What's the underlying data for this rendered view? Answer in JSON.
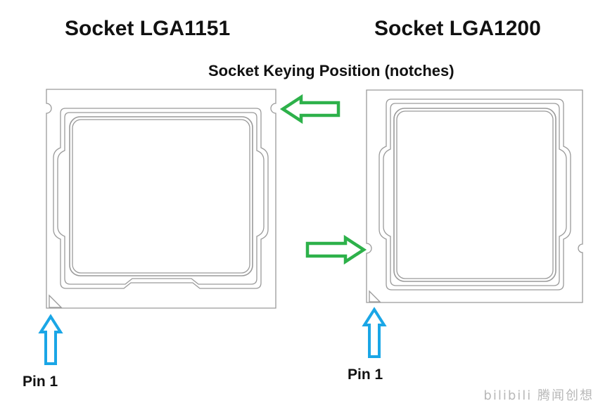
{
  "titles": {
    "left": "Socket LGA1151",
    "right": "Socket LGA1200",
    "keying": "Socket Keying Position (notches)"
  },
  "pin_labels": {
    "left": "Pin 1",
    "right": "Pin 1"
  },
  "colors": {
    "outline": "#9a9a9a",
    "keying_arrow": "#2db14a",
    "pin_arrow": "#1aa6e6",
    "text": "#111111"
  },
  "icons": {
    "keying_arrow_left": "arrow-left-icon",
    "keying_arrow_right": "arrow-right-icon",
    "pin_arrow": "arrow-up-icon"
  },
  "watermark": "bilibili 腾闻创想"
}
